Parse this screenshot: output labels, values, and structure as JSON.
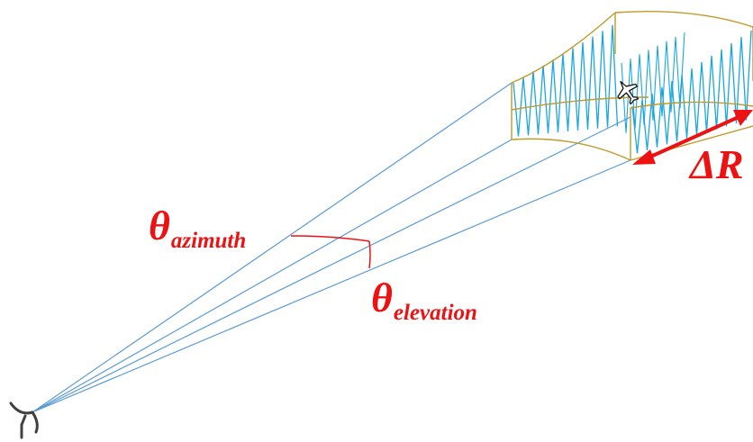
{
  "labels": {
    "azimuth_symbol": "θ",
    "azimuth_subscript": "azimuth",
    "elevation_symbol": "θ",
    "elevation_subscript": "elevation",
    "range_resolution": "ΔR"
  },
  "colors": {
    "beam_lines": "#5b9bd5",
    "wave": "#1aa7e0",
    "cell_outline": "#c09a2a",
    "annotation": "#ee1111",
    "antenna": "#404040"
  },
  "icons": {
    "antenna": "antenna-icon",
    "aircraft": "aircraft-icon"
  }
}
